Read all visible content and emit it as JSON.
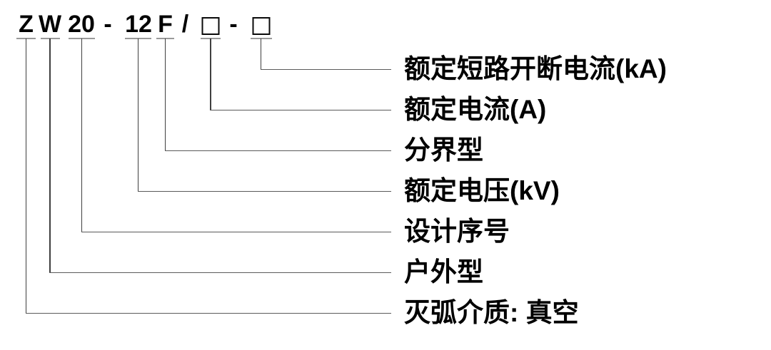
{
  "model_code": {
    "tokens": [
      {
        "text": "Z"
      },
      {
        "text": "W"
      },
      {
        "text": "20"
      },
      {
        "text": "-"
      },
      {
        "text": "12"
      },
      {
        "text": "F"
      },
      {
        "text": "/"
      },
      {
        "text": "□"
      },
      {
        "text": "-"
      },
      {
        "text": "□"
      }
    ],
    "full": "ZW20-12F/□-□"
  },
  "designations": [
    {
      "code": "□",
      "label": "额定短路开断电流(kA)"
    },
    {
      "code": "□",
      "label": "额定电流(A)"
    },
    {
      "code": "F",
      "label": "分界型"
    },
    {
      "code": "12",
      "label": "额定电压(kV)"
    },
    {
      "code": "20",
      "label": "设计序号"
    },
    {
      "code": "W",
      "label": "户外型"
    },
    {
      "code": "Z",
      "label": "灭弧介质: 真空"
    }
  ],
  "colors": {
    "text": "#000000",
    "tick_line": "#9a9a9a",
    "connector_line": "#3f3f3f",
    "background": "#ffffff"
  }
}
